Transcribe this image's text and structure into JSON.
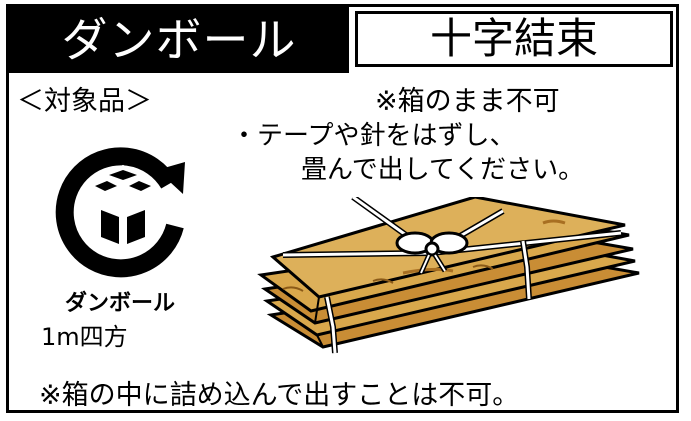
{
  "header": {
    "material": "ダンボール",
    "method": "十字結束"
  },
  "labels": {
    "target": "＜対象品＞",
    "no_box": "※箱のまま不可",
    "instruction_line1": "・テープや針をはずし、",
    "instruction_line2": "畳んで出してください。",
    "icon_label": "ダンボール",
    "size": "1m四方",
    "footer": "※箱の中に詰め込んで出すことは不可。"
  },
  "icons": {
    "recycle": "cardboard-recycle-icon",
    "bundle": "tied-cardboard-bundle"
  },
  "colors": {
    "header_bg": "#000000",
    "cardboard": "#d9a84c",
    "cardboard_dark": "#b07a28",
    "string": "#ffffff"
  }
}
